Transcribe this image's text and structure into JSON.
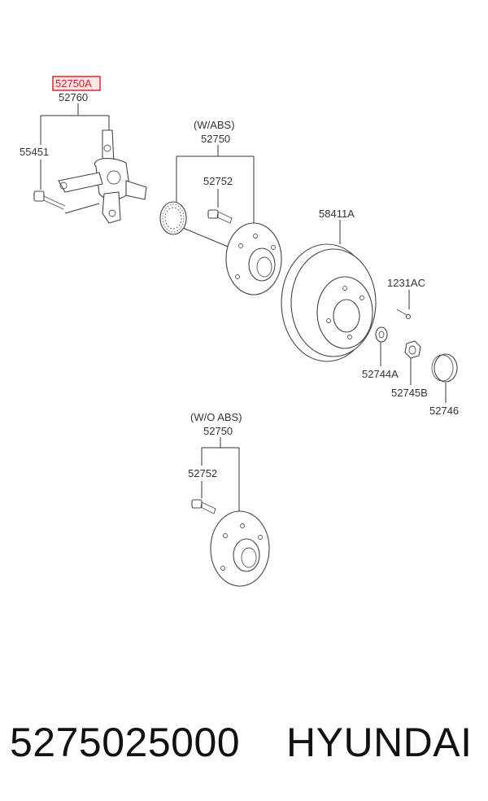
{
  "diagram": {
    "labels": {
      "knuckle_highlight": "52750A",
      "knuckle": "52760",
      "bolt": "55451",
      "abs_group": "(W/ABS)",
      "abs_hub": "52750",
      "abs_hub_bolt": "52752",
      "drum": "58411A",
      "drum_screw": "1231AC",
      "washer": "52744A",
      "nut": "52745B",
      "cap": "52746",
      "noabs_group": "(W/O ABS)",
      "noabs_hub": "52750",
      "noabs_hub_bolt": "52752"
    },
    "highlight_color": "#cc2222"
  },
  "caption": {
    "part_number": "5275025000",
    "brand": "HYUNDAI"
  }
}
